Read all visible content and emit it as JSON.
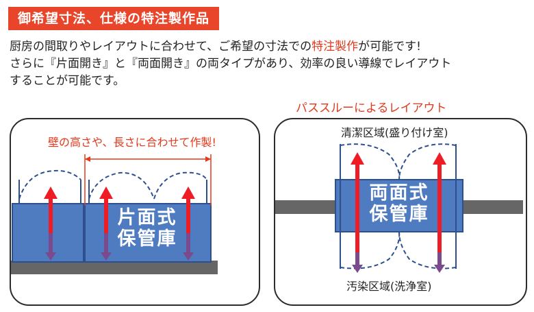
{
  "header": {
    "title": "御希望寸法、仕様の特注製作品"
  },
  "intro": {
    "line1_before": "厨房の間取りやレイアウトに合わせて、ご希望の寸法での",
    "line1_highlight": "特注製作",
    "line1_after": "が可能です!",
    "line2": "さらに『片面開き』と『両面開き』の両タイプがあり、効率の良い導線でレイアウト",
    "line3": "することが可能です。"
  },
  "left_diagram": {
    "dimension_note": "壁の高さや、長さに合わせて作製!",
    "box_label_line1": "片面式",
    "box_label_line2": "保管庫"
  },
  "right_diagram": {
    "caption": "パススルーによるレイアウト",
    "top_label": "清潔区域(盛り付け室)",
    "bottom_label": "汚染区域(洗浄室)",
    "box_label_line1": "両面式",
    "box_label_line2": "保管庫"
  },
  "colors": {
    "accent_red": "#e8452a",
    "cabinet_blue": "#4f7bc1",
    "floor_gray": "#666666",
    "arrow_red": "#ee1c25",
    "arrow_purple": "#7b4a8c",
    "dash_blue": "#2d4f8e"
  }
}
